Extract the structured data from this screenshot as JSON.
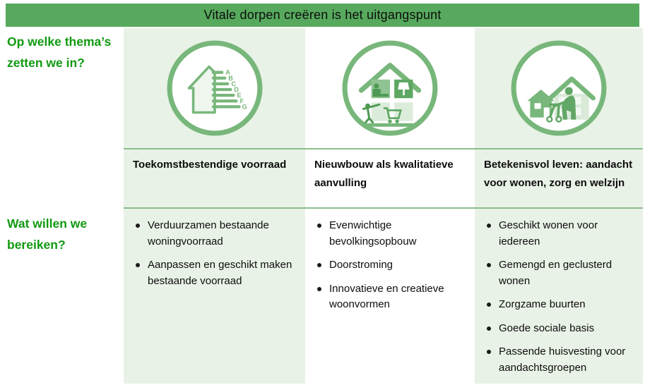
{
  "banner": {
    "title": "Vitale dorpen creëren is het uitgangspunt",
    "bg": "#57aa5d"
  },
  "colors": {
    "banner_green": "#57aa5d",
    "accent_text_green": "#119a11",
    "light_green_bg": "#e9f2e7",
    "divider_green": "#8cbe8c",
    "icon_ring_green": "#78b77b",
    "icon_dark_green": "#62a766",
    "icon_light_green": "#dcecdb"
  },
  "row_labels": {
    "themes": "Op welke thema’s zetten we in?",
    "goals": "Wat willen we bereiken?"
  },
  "energy_labels": [
    "A",
    "B",
    "C",
    "D",
    "E",
    "F",
    "G"
  ],
  "columns": [
    {
      "icon": "energy-label-house-icon",
      "header": "Toekomstbestendige voorraad",
      "bullets": [
        "Verduurzamen bestaande woningvoorraad",
        "Aanpassen en geschikt maken bestaande voorraad"
      ]
    },
    {
      "icon": "new-construction-interior-icon",
      "header": "Nieuwbouw als kwalitatieve aanvulling",
      "bullets": [
        "Evenwichtige bevolkingsopbouw",
        "Doorstroming",
        "Innovatieve en creatieve woonvormen"
      ]
    },
    {
      "icon": "elderly-care-housing-icon",
      "header": "Betekenisvol leven: aandacht voor wonen, zorg en welzijn",
      "bullets": [
        "Geschikt wonen voor iedereen",
        "Gemengd en geclusterd wonen",
        "Zorgzame buurten",
        "Goede sociale basis",
        "Passende huisvesting voor aandachtsgroepen"
      ]
    }
  ]
}
